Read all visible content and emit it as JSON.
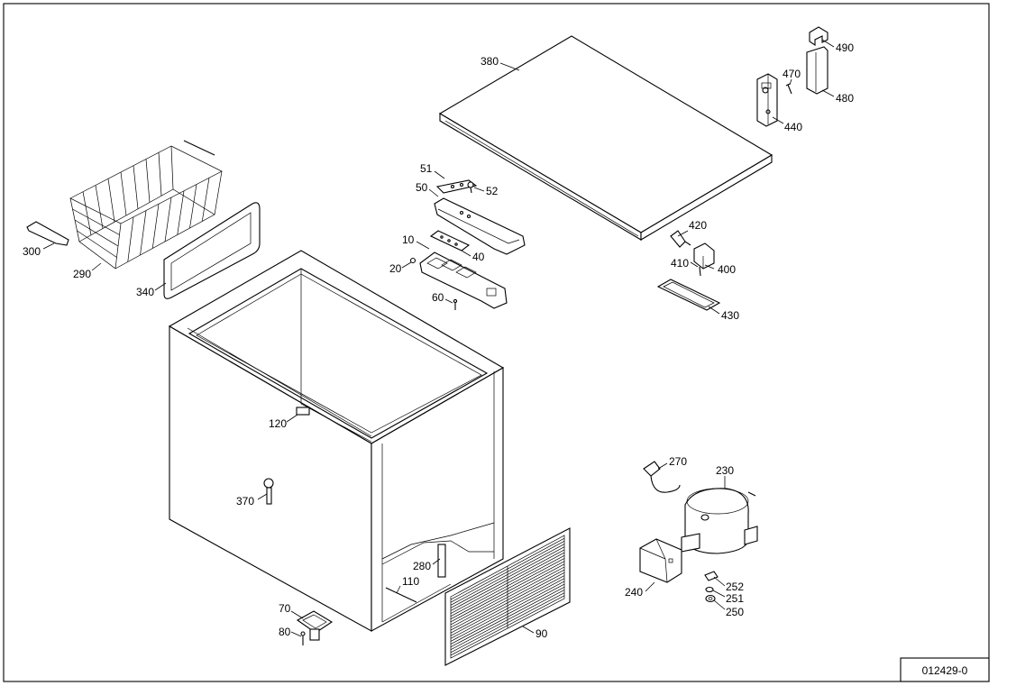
{
  "drawing_number": "012429-0",
  "callouts": {
    "c380": "380",
    "c490": "490",
    "c470": "470",
    "c480": "480",
    "c440": "440",
    "c51": "51",
    "c52": "52",
    "c50": "50",
    "c10": "10",
    "c40": "40",
    "c20": "20",
    "c60": "60",
    "c420": "420",
    "c410": "410",
    "c400": "400",
    "c430": "430",
    "c300": "300",
    "c290": "290",
    "c340": "340",
    "c120": "120",
    "c370": "370",
    "c280": "280",
    "c110": "110",
    "c70": "70",
    "c80": "80",
    "c90": "90",
    "c270": "270",
    "c230": "230",
    "c240": "240",
    "c252": "252",
    "c251": "251",
    "c250": "250"
  }
}
